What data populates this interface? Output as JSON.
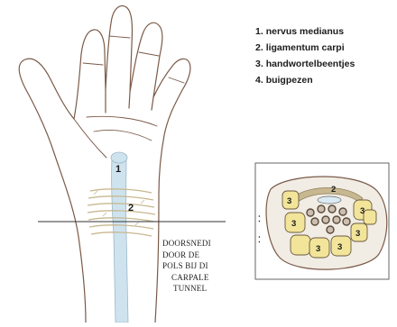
{
  "legend": [
    {
      "number": "1.",
      "text": "nervus medianus"
    },
    {
      "number": "2.",
      "text": "ligamentum carpi"
    },
    {
      "number": "3.",
      "text": "handwortelbeentjes"
    },
    {
      "number": "4.",
      "text": "buigpezen"
    }
  ],
  "hand": {
    "label_nerve": "1",
    "label_ligament": "2"
  },
  "caption": {
    "line1": "DOORSNEDI",
    "line2": "DOOR DE",
    "line3": "POLS BIJ DI",
    "line4": "CARPALE",
    "line5": "TUNNEL"
  },
  "cross_section": {
    "label_ligament": "2",
    "label_bone": "3",
    "left_marks": "⁚"
  },
  "colors": {
    "skin_outline": "#7a5a48",
    "nerve": "#cfe3ee",
    "ligament": "#c8b890",
    "bone": "#f2e59a",
    "tendon_ring": "#5a4a3c",
    "section_fill": "#f1ece4"
  }
}
